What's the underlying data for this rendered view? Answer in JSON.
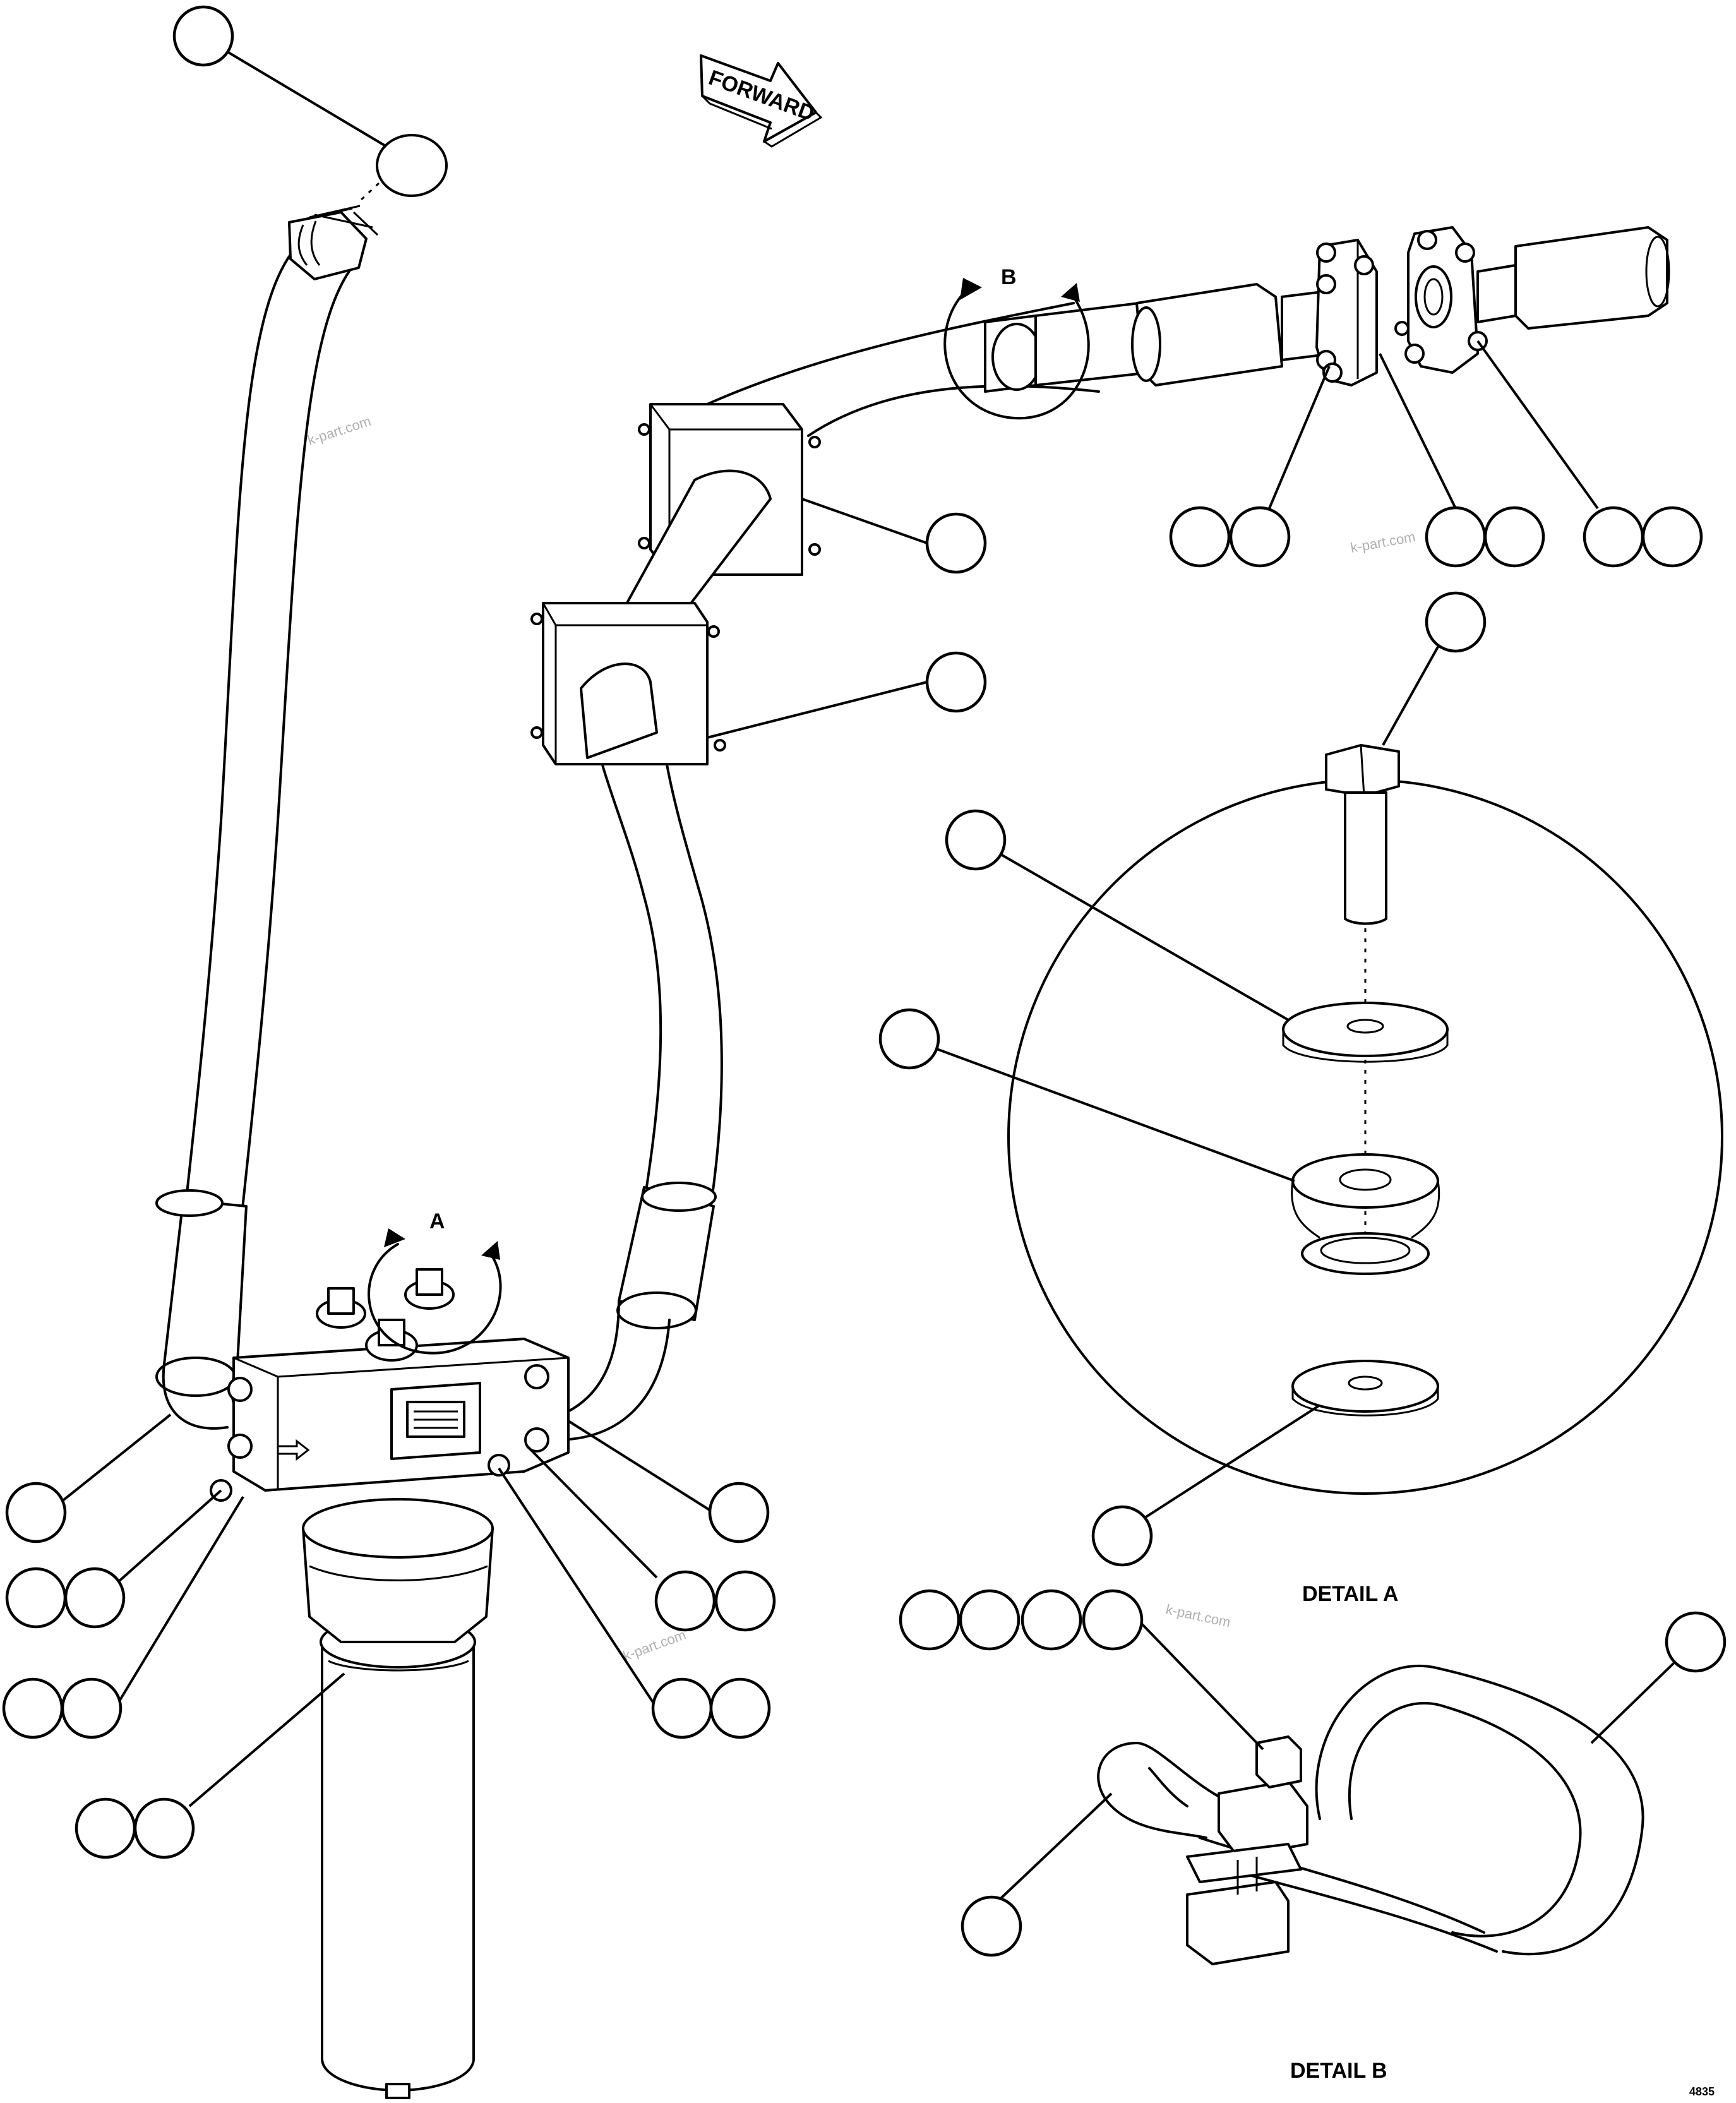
{
  "labels": {
    "forward": "FORWARD",
    "view_a": "A",
    "view_b": "B",
    "detail_a": "DETAIL A",
    "detail_b": "DETAIL B",
    "sheet_number": "4835"
  },
  "watermarks": [
    "k-part.com",
    "k-part.com",
    "k-part.com",
    "k-part.com"
  ],
  "balloons": {
    "top_oring": [
      ""
    ],
    "clamp_upper": [
      ""
    ],
    "clamp_lower": [
      ""
    ],
    "flange_bolts_left": [
      "",
      ""
    ],
    "flange_mid": [
      "",
      ""
    ],
    "flange_right": [
      "",
      ""
    ],
    "bolt_detail_a": [
      ""
    ],
    "washer_detail_a": [
      ""
    ],
    "mount_detail_a": [
      ""
    ],
    "washer_bottom_detail_a": [
      ""
    ],
    "hose_left": [
      ""
    ],
    "filter_bolt_left": [
      "",
      ""
    ],
    "filter_base_left": [
      "",
      ""
    ],
    "hose_right": [
      ""
    ],
    "filter_bolt_right": [
      "",
      ""
    ],
    "filter_base_right": [
      "",
      ""
    ],
    "filter_element": [
      "",
      ""
    ],
    "hardware_detail_b": [
      "",
      "",
      "",
      ""
    ],
    "clamp_band_detail_b": [
      ""
    ],
    "clamp_loop_detail_b": [
      ""
    ]
  }
}
